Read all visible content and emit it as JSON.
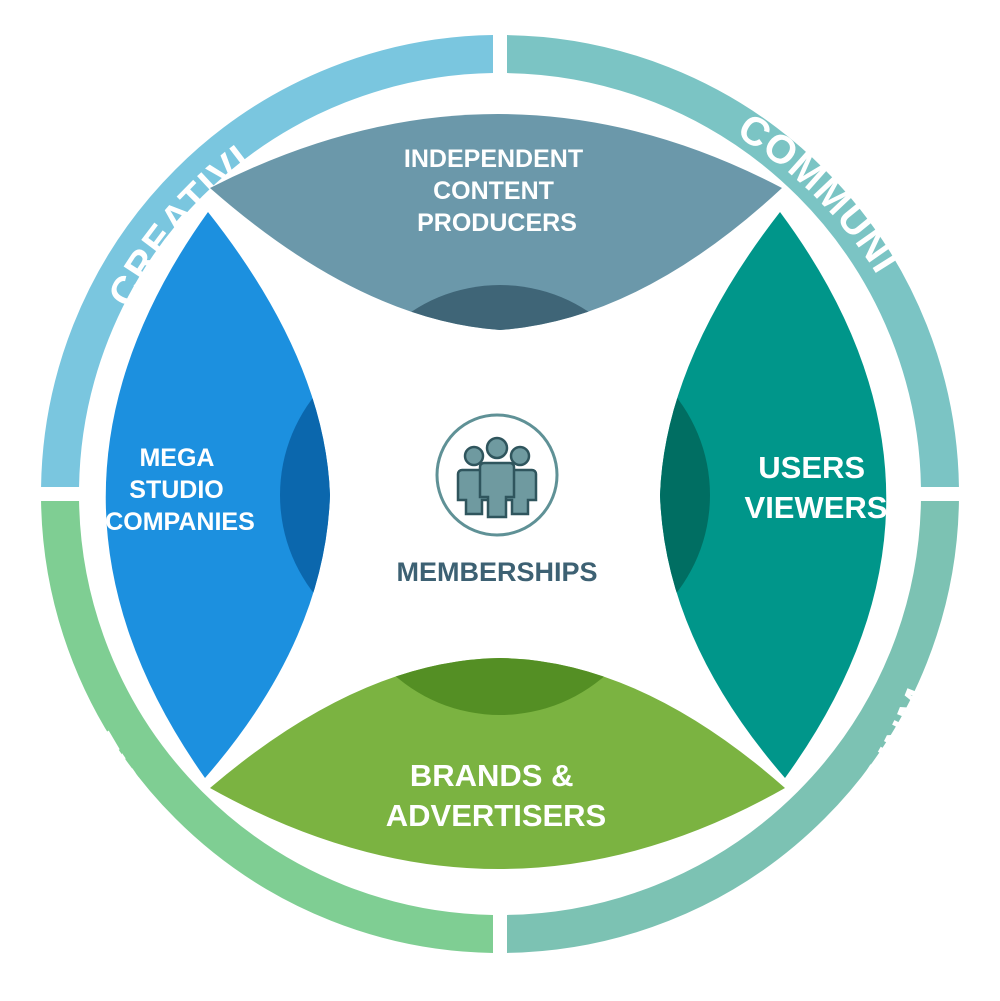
{
  "ring": {
    "creativity": "CREATIVITY",
    "community": "COMMUNITY",
    "experience": "EXPERIENCE",
    "entertainment": "ENTERTAINMENT"
  },
  "segments": {
    "top": [
      "INDEPENDENT",
      "CONTENT",
      "PRODUCERS"
    ],
    "left": [
      "MEGA",
      "STUDIO",
      "COMPANIES"
    ],
    "right": [
      "USERS",
      "VIEWERS"
    ],
    "bottom": [
      "BRANDS &",
      "ADVERTISERS"
    ]
  },
  "center": {
    "label": "MEMBERSHIPS",
    "icon": "group-people-icon"
  },
  "colors": {
    "creativity": "#7ac6df",
    "community": "#7bc4c4",
    "experience": "#7fce93",
    "entertainment": "#7cc2b3",
    "top": "#6b98aa",
    "top_inner": "#3f6577",
    "left": "#1c90df",
    "left_inner": "#0b67ad",
    "right": "#00968a",
    "right_inner": "#006e62",
    "bottom": "#7bb341",
    "bottom_inner": "#548f24"
  }
}
